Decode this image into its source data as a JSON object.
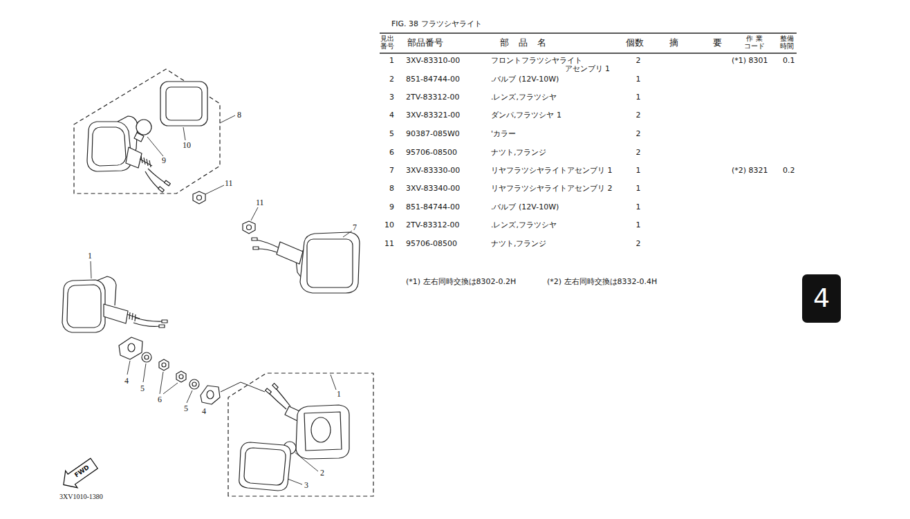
{
  "diagram": {
    "title": "FIG. 38 フラツシヤライト",
    "nodes": [
      {
        "text": [
          "4"
        ]
      },
      {
        "text": [
          "FWD"
        ]
      }
    ],
    "labels": [
      "8",
      "10",
      "9",
      "11",
      "11",
      "7",
      "1",
      "4",
      "5",
      "6",
      "5",
      "4",
      "1",
      "2",
      "3",
      "3XV1010-1380",
      "見出 番号",
      "部品番号",
      "部 品 名",
      "個数",
      "摘 要",
      "作 業 コード",
      "整備 時間",
      "1",
      "3XV-83310-00",
      "フロントフラツシヤライト アセンブリ 1",
      "2",
      "(*1) 8301",
      "0.1",
      "2",
      "851-84744-00",
      ".バルブ (12V-10W)",
      "1",
      "3",
      "2TV-83312-00",
      ".レンズ,フラツシヤ",
      "1",
      "4",
      "3XV-83321-00",
      "ダンパ,フラツシヤ 1",
      "2",
      "5",
      "90387-085W0",
      "'カラー",
      "2",
      "6",
      "95706-08500",
      "ナツト,フランジ",
      "2",
      "7",
      "3XV-83330-00",
      "リヤフラツシヤライトアセンブリ 1",
      "1",
      "(*2) 8321",
      "0.2",
      "8",
      "3XV-83340-00",
      "リヤフラツシヤライトアセンブリ 2",
      "1",
      "9",
      "851-84744-00",
      ".バルブ (12V-10W)",
      "1",
      "10",
      "2TV-83312-00",
      ".レンズ,フラツシヤ",
      "1",
      "11",
      "95706-08500",
      "ナツト,フランジ",
      "2",
      "(*1) 左右同時交換は8302-0.2H",
      "(*2) 左右同時交換は8332-0.4H"
    ]
  }
}
